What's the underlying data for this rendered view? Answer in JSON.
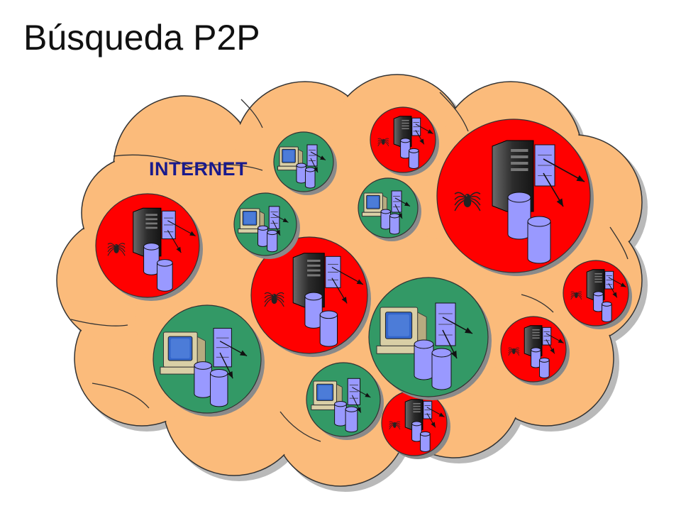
{
  "page": {
    "title": "Búsqueda P2P"
  },
  "diagram": {
    "cloud_label": "INTERNET",
    "colors": {
      "cloud_fill": "#fbbb7b",
      "cloud_outline": "#333333",
      "cloud_shadow": "#b9b9b9",
      "label": "#1a1a8c",
      "server_node": "#ff0000",
      "client_node": "#339966",
      "database": "#9999ff",
      "document": "#9999ff",
      "monitor_screen": "#3366cc",
      "monitor_body": "#d9cfa6",
      "tower": "#3a3a3a",
      "spider": "#222222"
    },
    "node_kinds": [
      "server-node-with-spider",
      "client-node"
    ]
  }
}
